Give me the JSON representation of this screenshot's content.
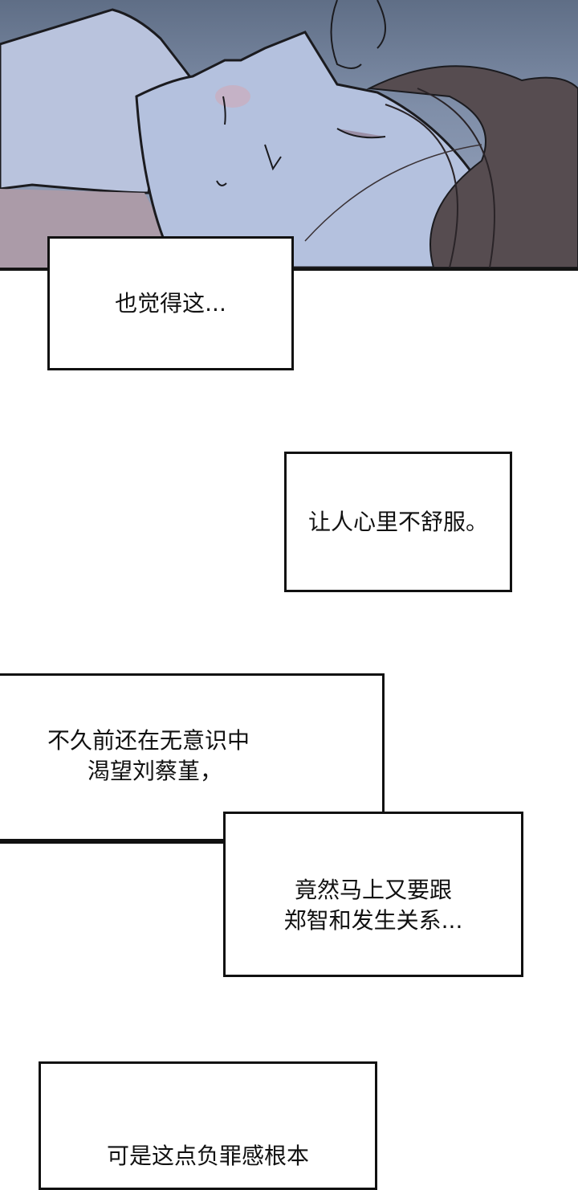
{
  "comic": {
    "panel": {
      "description": "Close-up illustration of a woman's face tilted upward with eyes closed, a hand touching her lips, long dark hair",
      "colors": {
        "sky_top": "#5f6e86",
        "skin": "#b4c0db",
        "skin_shadow": "#a99aa8",
        "hair": "#4e4548",
        "line": "#1b1b1f",
        "blush": "#d6a3ad"
      }
    },
    "captions": [
      {
        "lines": [
          "也觉得这..."
        ]
      },
      {
        "lines": [
          "让人心里不舒服。"
        ]
      },
      {
        "lines": [
          "不久前还在无意识中",
          "渴望刘蔡堇，"
        ]
      },
      {
        "lines": [
          "竟然马上又要跟",
          "郑智和发生关系..."
        ]
      },
      {
        "lines": [
          "可是这点负罪感根本"
        ]
      }
    ]
  }
}
